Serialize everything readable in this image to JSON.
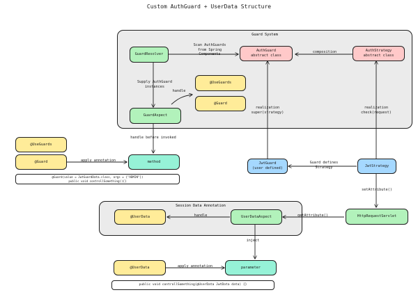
{
  "title": "Custom AuthGuard + UserData Structure",
  "groups": {
    "guard_system": "Guard System",
    "session": "Session Data Annotation"
  },
  "nodes": {
    "guard_resolver": "GuardResolver",
    "auth_guard": "AuthGuard\nabstract class",
    "auth_strategy": "AuthStrategy\nabstract class",
    "use_guards_1": "@UseGuards",
    "guard_1": "@Guard",
    "guard_aspect": "GuardAspect",
    "use_guards_2": "@UseGuards",
    "guard_2": "@Guard",
    "method": "method",
    "jwt_guard": "JwtGuard\n(user defined)",
    "jwt_strategy": "JwtStrategy",
    "user_data_1": "@UserData",
    "user_data_aspect": "UserDataAspect",
    "http_servlet": "HttpRequestServlet",
    "user_data_2": "@UserData",
    "parameter": "parameter"
  },
  "code": {
    "line1": "@Guard(value = JwtGuardData.class, args = {\"ADMIN\"})",
    "line2": "public void controllSomething(){}",
    "line3": "public void controllSomething(@UserData JwtData data) {}"
  },
  "edge_labels": {
    "scan": "Scan AuthGuards\nfrom Spring\nComponents",
    "composition": "composition",
    "supply": "Supply AuthGuard\ninstances",
    "handle_1": "handle",
    "handle_before": "handle before invoked",
    "apply_1": "apply annotation",
    "realization_1": "realization\nsuper(strategy)",
    "realization_2": "realization\ncheck(request)",
    "guard_defines": "Guard defines\nStrategy",
    "set_attribute": "setAttribute()",
    "get_attribute": "getAttribute()",
    "handle_2": "handle",
    "inject": "inject",
    "apply_2": "apply annotation"
  }
}
